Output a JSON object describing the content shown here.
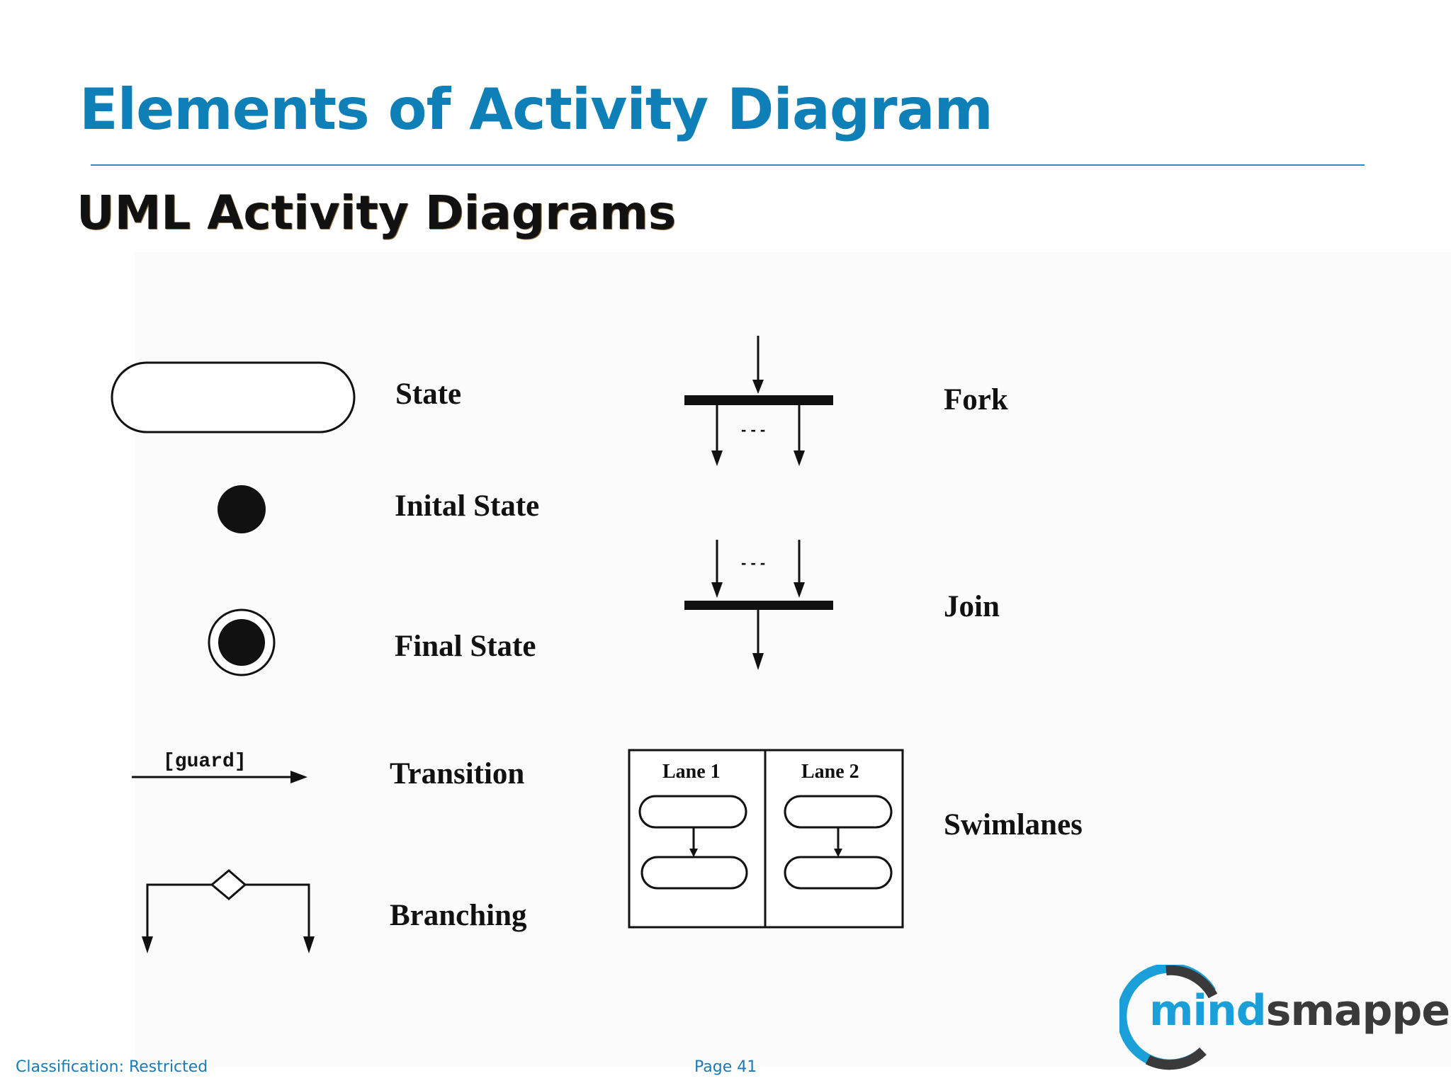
{
  "slide": {
    "title": "Elements of Activity Diagram",
    "subtitle": "UML Activity Diagrams"
  },
  "diagram": {
    "labels": {
      "state": "State",
      "initial_state": "Inital State",
      "final_state": "Final State",
      "transition": "Transition",
      "branching": "Branching",
      "fork": "Fork",
      "join": "Join",
      "swimlanes": "Swimlanes"
    },
    "guard_text": "[guard]",
    "ellipsis": "- - -",
    "lane1": "Lane 1",
    "lane2": "Lane 2"
  },
  "footer": {
    "classification": "Classification: Restricted",
    "page": "Page 41"
  },
  "logo": {
    "part1": "mind",
    "part2": "s",
    "part3": "mapped"
  },
  "colors": {
    "title": "#0f7fb8",
    "accent": "#1a9fd9"
  }
}
